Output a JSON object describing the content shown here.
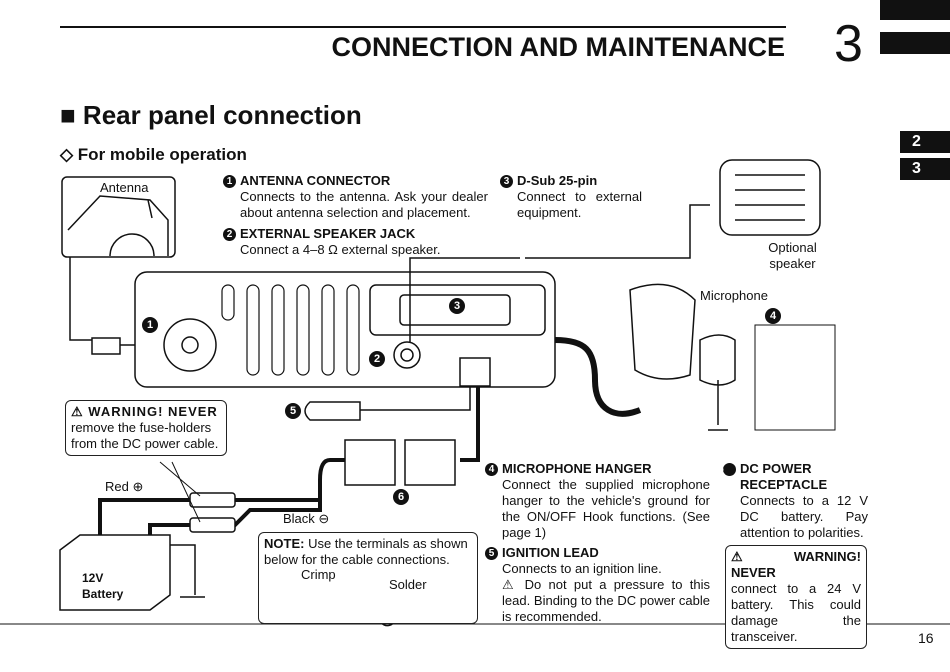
{
  "header": {
    "title": "CONNECTION AND MAINTENANCE",
    "chapter": "3"
  },
  "side_tabs": [
    "2",
    "3"
  ],
  "section": {
    "title": "■ Rear panel connection",
    "subtitle": "◇ For mobile operation"
  },
  "items": [
    {
      "num": "1",
      "title": "ANTENNA CONNECTOR",
      "text": "Connects to the antenna. Ask your dealer about antenna selection and placement."
    },
    {
      "num": "2",
      "title": "EXTERNAL SPEAKER JACK",
      "text": "Connect a 4–8 Ω external speaker."
    },
    {
      "num": "3",
      "title": "D-Sub 25-pin",
      "text": "Connect to external equipment."
    },
    {
      "num": "4",
      "title": "MICROPHONE HANGER",
      "text": "Connect the supplied microphone hanger to the vehicle's ground for the ON/OFF Hook functions. (See page 1)"
    },
    {
      "num": "5",
      "title": "IGNITION LEAD",
      "text": "Connects to an ignition line.",
      "caution": "⚠ Do not put a pressure to this lead. Binding to the DC power cable is recommended."
    },
    {
      "num": "6",
      "title": "DC POWER RECEPTACLE",
      "text": "Connects to a 12 V DC battery. Pay attention to polarities."
    }
  ],
  "warning_fuse": {
    "title": "⚠ WARNING! NEVER",
    "text": "remove the fuse-holders from the DC power cable."
  },
  "warning_24v": {
    "title": "⚠ WARNING! NEVER",
    "text": "connect to a 24 V battery. This could damage the transceiver."
  },
  "note": {
    "title": "NOTE:",
    "text": "Use the terminals as shown below for the cable connections.",
    "crimp": "Crimp",
    "solder": "Solder"
  },
  "labels": {
    "antenna": "Antenna",
    "optional_speaker": "Optional speaker",
    "microphone": "Microphone",
    "red": "Red ⊕",
    "black": "Black ⊖",
    "battery": "12V Battery"
  },
  "callouts": [
    "1",
    "2",
    "3",
    "4",
    "5",
    "6"
  ],
  "page_number": "16"
}
